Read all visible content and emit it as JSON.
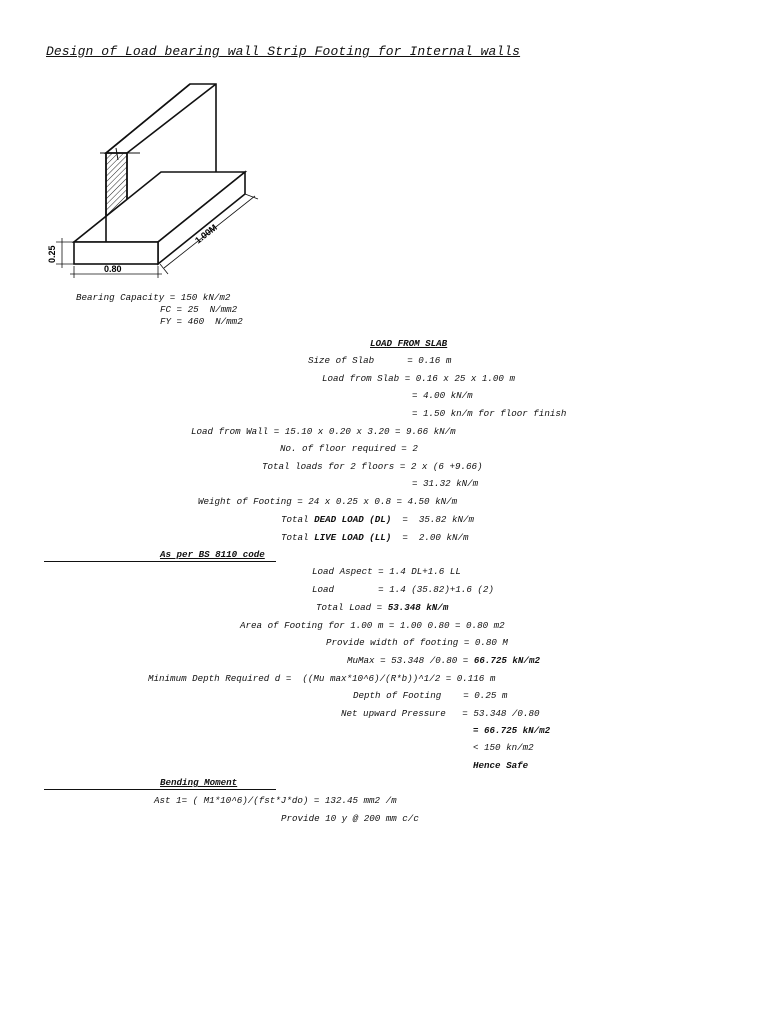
{
  "title": "Design of Load bearing wall Strip Footing for Internal walls",
  "diagram": {
    "height_label": "0.25",
    "width_label": "0.80",
    "length_label": "1.00M"
  },
  "params": {
    "bearing": "Bearing Capacity = 150 kN/m2",
    "fc": "FC = 25  N/mm2",
    "fy": "FY = 460  N/mm2"
  },
  "slab": {
    "heading": "LOAD FROM SLAB",
    "size": "Size of Slab      = 0.16 m",
    "load": "Load from Slab = 0.16 x 25 x 1.00 m",
    "result1": "= 4.00 kN/m",
    "result2": "= 1.50 kn/m for floor finish",
    "wall": "Load from Wall = 15.10 x 0.20 x 3.20 = 9.66 kN/m",
    "floors": "No. of floor required = 2",
    "total_floors": "Total loads for 2 floors = 2 x (6 +9.66)",
    "total_result": "= 31.32 kN/m",
    "footing_weight": "Weight of Footing = 24 x 0.25 x 0.8 = 4.50 kN/m",
    "dead_prefix": "Total ",
    "dead_bold": "DEAD LOAD (DL)",
    "dead_suffix": "  =  35.82 kN/m",
    "live_prefix": "Total ",
    "live_bold": "LIVE LOAD (LL)",
    "live_suffix": "  =  2.00 kN/m"
  },
  "code": {
    "heading": "As per BS 8110 code",
    "aspect": "Load Aspect = 1.4 DL+1.6 LL",
    "load": "Load        = 1.4 (35.82)+1.6 (2)",
    "total_prefix": "Total Load = ",
    "total_bold": "53.348 kN/m",
    "area": "Area of Footing for 1.00 m = 1.00 0.80 = 0.80 m2",
    "width": "Provide width of footing = 0.80 M",
    "mumax_prefix": "MuMax = 53.348 /0.80 = ",
    "mumax_bold": "66.725 kN/m2",
    "min_depth": "Minimum Depth Required d =  ((Mu max*10^6)/(R*b))^1/2 = 0.116 m",
    "depth": "Depth of Footing    = 0.25 m",
    "net": "Net upward Pressure   = 53.348 /0.80",
    "net_result": "= 66.725 kN/m2",
    "less": "< 150 kn/m2",
    "safe": "Hence Safe"
  },
  "bending": {
    "heading": "Bending Moment",
    "ast": "Ast 1= ( M1*10^6)/(fst*J*do) = 132.45 mm2 /m",
    "provide": "Provide 10 y @ 200 mm c/c"
  }
}
